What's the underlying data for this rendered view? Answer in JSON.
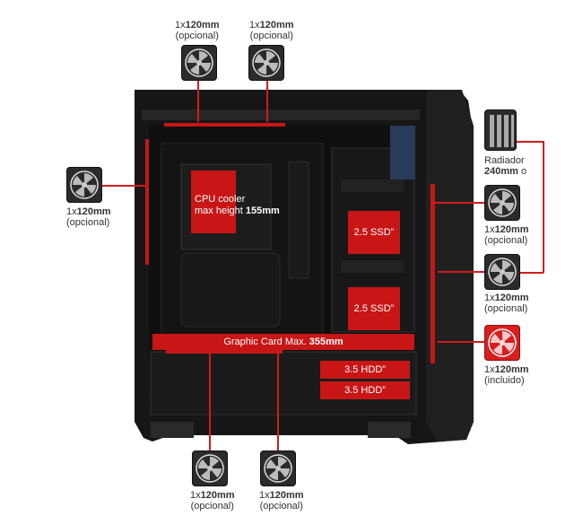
{
  "fans": {
    "top_left": {
      "count": "1x",
      "size": "120mm",
      "note": "(opcional)"
    },
    "top_right": {
      "count": "1x",
      "size": "120mm",
      "note": "(opcional)"
    },
    "rear": {
      "count": "1x",
      "size": "120mm",
      "note": "(opcional)"
    },
    "front_top": {
      "count": "1x",
      "size": "120mm",
      "note": "(opcional)"
    },
    "front_mid": {
      "count": "1x",
      "size": "120mm",
      "note": "(opcional)"
    },
    "front_bottom": {
      "count": "1x",
      "size": "120mm",
      "note": "(incluido)"
    },
    "bottom_left": {
      "count": "1x",
      "size": "120mm",
      "note": "(opcional)"
    },
    "bottom_right": {
      "count": "1x",
      "size": "120mm",
      "note": "(opcional)"
    }
  },
  "radiator": {
    "label": "Radiador",
    "size": "240mm",
    "suffix": "o"
  },
  "cpu_cooler": {
    "line1": "CPU cooler",
    "line2_prefix": "max height",
    "value": "155mm"
  },
  "ssd_slots": [
    "2.5 SSD”",
    "2.5 SSD”"
  ],
  "hdd_slots": [
    "3.5 HDD”",
    "3.5 HDD”"
  ],
  "gpu": {
    "prefix": "Graphic Card Max.",
    "value": "355mm"
  },
  "colors": {
    "accent_red": "#c81616",
    "case": "#1a1a1a",
    "fan_dark": "#2b2b2b"
  },
  "icons": {
    "fan": "fan-icon",
    "radiator": "radiator-icon"
  }
}
